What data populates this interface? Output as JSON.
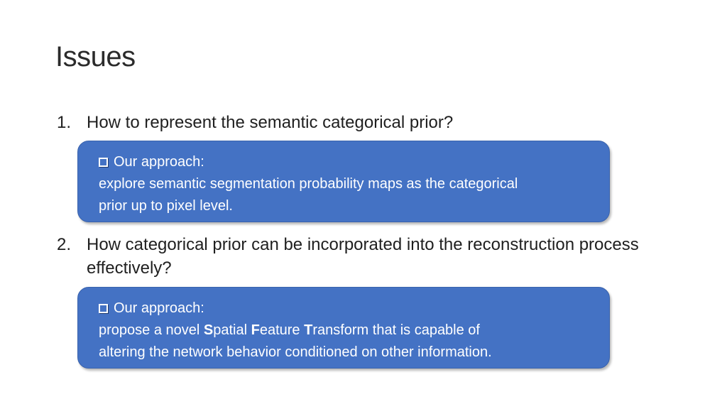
{
  "title": "Issues",
  "questions": [
    {
      "number": "1.",
      "text": "How to represent the semantic categorical prior?",
      "approach": {
        "heading": "Our approach:",
        "lines": [
          "explore semantic segmentation probability maps as the categorical",
          "prior up to pixel level."
        ]
      }
    },
    {
      "number": "2.",
      "text": "How categorical prior can be incorporated into the reconstruction process effectively?",
      "approach": {
        "heading": "Our approach:",
        "line1_prefix": "propose a novel ",
        "s_bold": "S",
        "s_rest": "patial ",
        "f_bold": "F",
        "f_rest": "eature ",
        "t_bold": "T",
        "t_rest": "ransform that is capable of",
        "line2": "altering the network behavior conditioned on other information."
      }
    }
  ],
  "icons": {
    "bullet": "checkbox-icon"
  },
  "colors": {
    "box_fill": "#4472c4",
    "box_text": "#ffffff"
  }
}
